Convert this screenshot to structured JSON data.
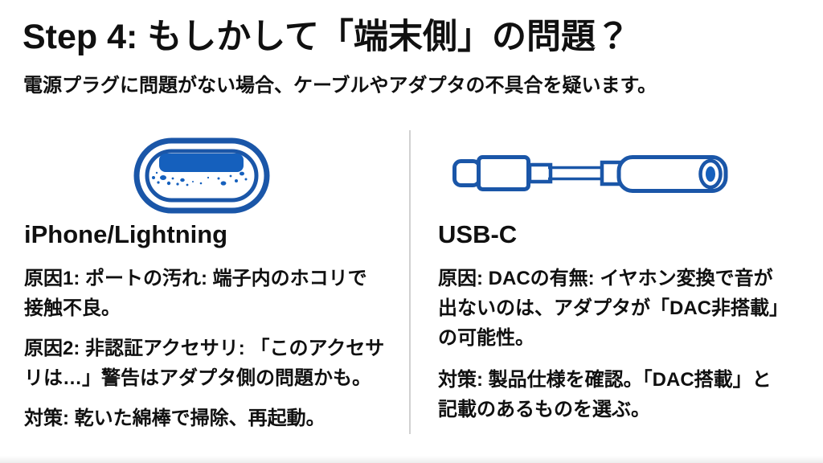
{
  "slide": {
    "title": "Step 4: もしかして「端末側」の問題？",
    "subtitle": "電源プラグに問題がない場合、ケーブルやアダプタの不具合を疑います。"
  },
  "left_column": {
    "heading": "iPhone/Lightning",
    "illustration": "dirty-lightning-port-icon",
    "paragraphs": [
      {
        "lines": [
          "原因1: ポートの汚れ: 端子内のホコリで",
          "接触不良。"
        ]
      },
      {
        "lines": [
          "原因2: 非認証アクセサリ: 「このアクセサ",
          "リは…」警告はアダプタ側の問題かも。"
        ]
      },
      {
        "lines": [
          "対策: 乾いた綿棒で掃除、再起動。"
        ]
      }
    ]
  },
  "right_column": {
    "heading": "USB-C",
    "illustration": "usb-c-to-35mm-adapter-icon",
    "paragraphs": [
      {
        "lines": [
          "原因: DACの有無: イヤホン変換で音が",
          "出ないのは、アダプタが「DAC非搭載」",
          "の可能性。"
        ]
      },
      {
        "lines": [
          "対策: 製品仕様を確認。「DAC搭載」と",
          "記載のあるものを選ぶ。"
        ]
      }
    ]
  },
  "colors": {
    "accent_blue_stroke": "#1a56a8",
    "accent_blue_fill": "#1560bd",
    "text": "#101010",
    "divider": "#c9c9c9",
    "background": "#ffffff"
  }
}
